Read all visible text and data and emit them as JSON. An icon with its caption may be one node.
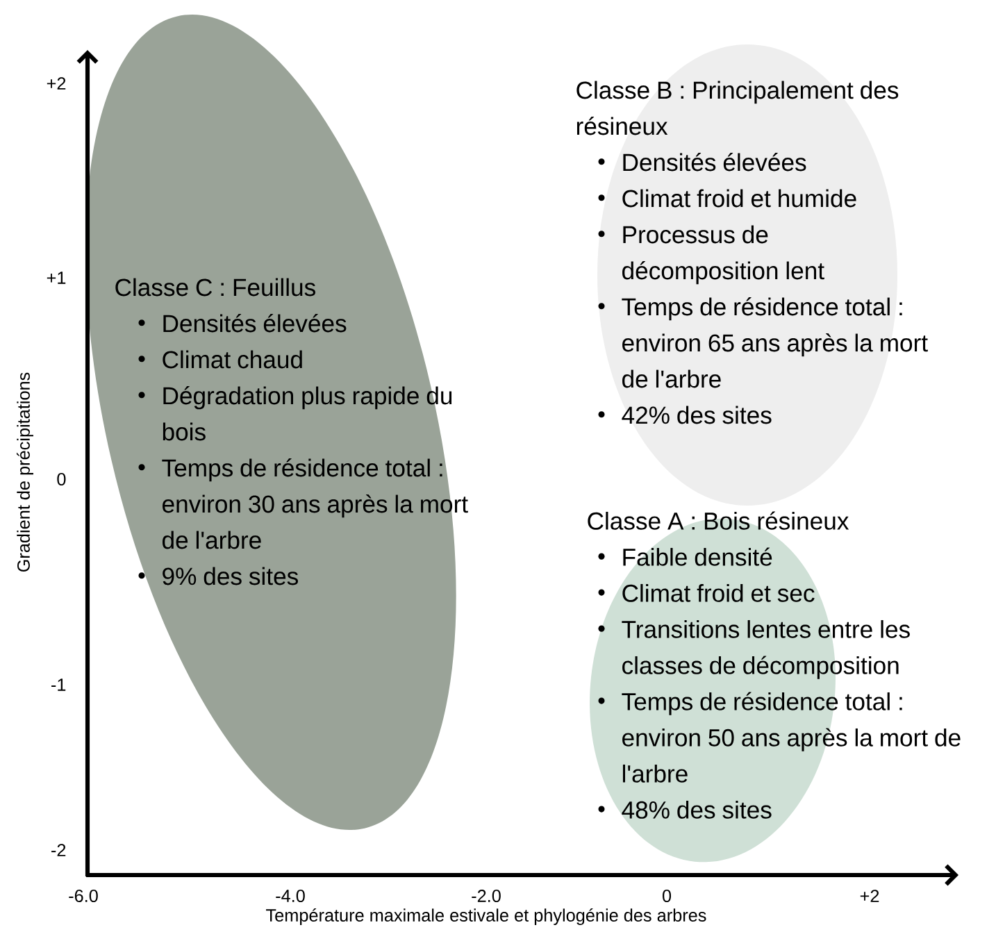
{
  "diagram": {
    "nodes": [
      {
        "text": [
          "Classe C : Feuillus",
          "Densités élevées",
          "Climat chaud",
          "Dégradation plus rapide du bois",
          "Temps de résidence total : environ 30 ans après la mort de l'arbre",
          "9% des sites"
        ]
      },
      {
        "text": [
          "Classe B : Principalement des résineux",
          "Densités élevées",
          "Climat froid et humide",
          "Processus de décomposition lent",
          "Temps de résidence total : environ 65 ans après la mort de l'arbre",
          "42% des sites"
        ]
      },
      {
        "text": [
          "Classe A : Bois résineux",
          "Faible densité",
          "Climat froid et sec",
          "Transitions lentes entre les classes de décomposition",
          "Temps de résidence total : environ 50 ans après la mort de l'arbre",
          "48% des sites"
        ]
      }
    ],
    "labels": [
      "+2",
      "+1",
      "Gradient de précipitations",
      "0",
      "-1",
      "-2",
      "-6.0",
      "-4.0",
      "-2.0",
      "0",
      "+2",
      "Température maximale estivale et phylogénie des arbres"
    ]
  }
}
